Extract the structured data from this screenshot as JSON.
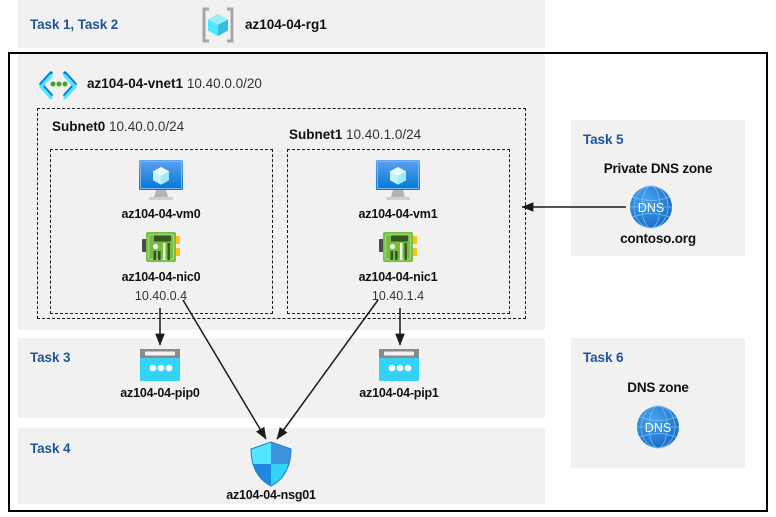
{
  "diagram": {
    "resource_group": {
      "task_label": "Task 1, Task 2",
      "name": "az104-04-rg1",
      "icon": "resource-group-icon"
    },
    "vnet": {
      "name": "az104-04-vnet1",
      "address_space": "10.40.0.0/20",
      "icon": "virtual-network-icon"
    },
    "subnets": [
      {
        "name": "Subnet0",
        "address_prefix": "10.40.0.0/24",
        "vm": {
          "name": "az104-04-vm0",
          "icon": "virtual-machine-icon"
        },
        "nic": {
          "name": "az104-04-nic0",
          "ip": "10.40.0.4",
          "icon": "network-interface-icon"
        }
      },
      {
        "name": "Subnet1",
        "address_prefix": "10.40.1.0/24",
        "vm": {
          "name": "az104-04-vm1",
          "icon": "virtual-machine-icon"
        },
        "nic": {
          "name": "az104-04-nic1",
          "ip": "10.40.1.4",
          "icon": "network-interface-icon"
        }
      }
    ],
    "task3": {
      "task_label": "Task 3",
      "public_ips": [
        {
          "name": "az104-04-pip0",
          "icon": "public-ip-address-icon"
        },
        {
          "name": "az104-04-pip1",
          "icon": "public-ip-address-icon"
        }
      ]
    },
    "task4": {
      "task_label": "Task 4",
      "nsg": {
        "name": "az104-04-nsg01",
        "icon": "network-security-group-shield-icon"
      }
    },
    "task5": {
      "task_label": "Task 5",
      "heading": "Private DNS zone",
      "zone_name": "contoso.org",
      "icon": "dns-globe-icon",
      "icon_text": "DNS"
    },
    "task6": {
      "task_label": "Task 6",
      "heading": "DNS zone",
      "icon": "dns-globe-icon",
      "icon_text": "DNS"
    },
    "colors": {
      "task_label": "#1f5596",
      "panel_bg": "#f1f1f1",
      "page_bg": "#ffffff",
      "azure_blue": "#0078d4",
      "cyan": "#32d3f5",
      "nic_green": "#76bc43",
      "arrow": "#1a1a1a"
    }
  }
}
